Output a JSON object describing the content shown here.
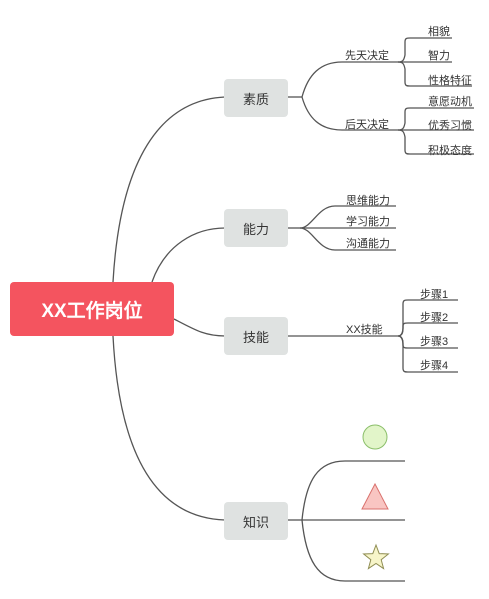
{
  "root": {
    "label": "XX工作岗位"
  },
  "branches": [
    {
      "label": "素质",
      "groups": [
        {
          "label": "先天决定",
          "items": [
            "相貌",
            "智力",
            "性格特征"
          ]
        },
        {
          "label": "后天决定",
          "items": [
            "意愿动机",
            "优秀习惯",
            "积极态度"
          ]
        }
      ]
    },
    {
      "label": "能力",
      "items": [
        "思维能力",
        "学习能力",
        "沟通能力"
      ]
    },
    {
      "label": "技能",
      "groups": [
        {
          "label": "XX技能",
          "items": [
            "步骤1",
            "步骤2",
            "步骤3",
            "步骤4"
          ]
        }
      ]
    },
    {
      "label": "知识",
      "icons": [
        "circle-icon",
        "triangle-icon",
        "star-icon"
      ]
    }
  ],
  "colors": {
    "root_fill": "#f4545f",
    "branch_fill": "#dfe2e1",
    "line": "#555555",
    "circle_fill": "#e2f5c9",
    "circle_stroke": "#8bbf6a",
    "triangle_fill": "#f9c5c2",
    "triangle_stroke": "#d9716d",
    "star_fill": "#f7f5c9",
    "star_stroke": "#8f8d53"
  }
}
